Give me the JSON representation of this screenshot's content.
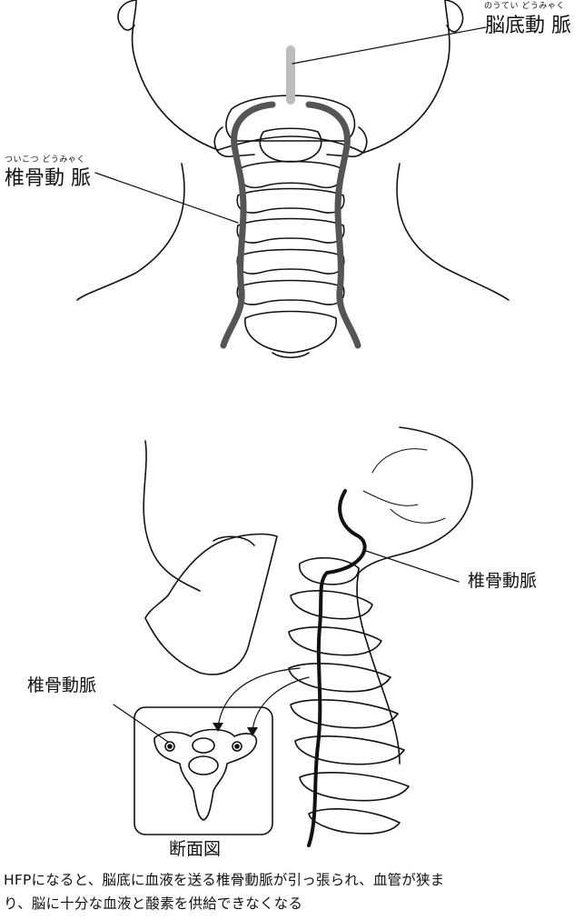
{
  "front_view": {
    "basilar_artery": {
      "label": "脳底動 脈",
      "ruby": "のうてい どうみゃく"
    },
    "vertebral_artery": {
      "label": "椎骨動 脈",
      "ruby": "ついこつ どうみゃく"
    }
  },
  "side_view": {
    "vertebral_artery_label": "椎骨動脈",
    "section_vertebral_artery_label": "椎骨動脈",
    "section_title": "断面図"
  },
  "caption": {
    "line1": "HFPになると、脳底に血液を送る椎骨動脈が引っ張られ、血管が狭ま",
    "line2": "り、脳に十分な血液と酸素を供給できなくなる"
  },
  "colors": {
    "ink": "#111111",
    "artery": "#555555",
    "artery_light": "#bdbdbd"
  }
}
